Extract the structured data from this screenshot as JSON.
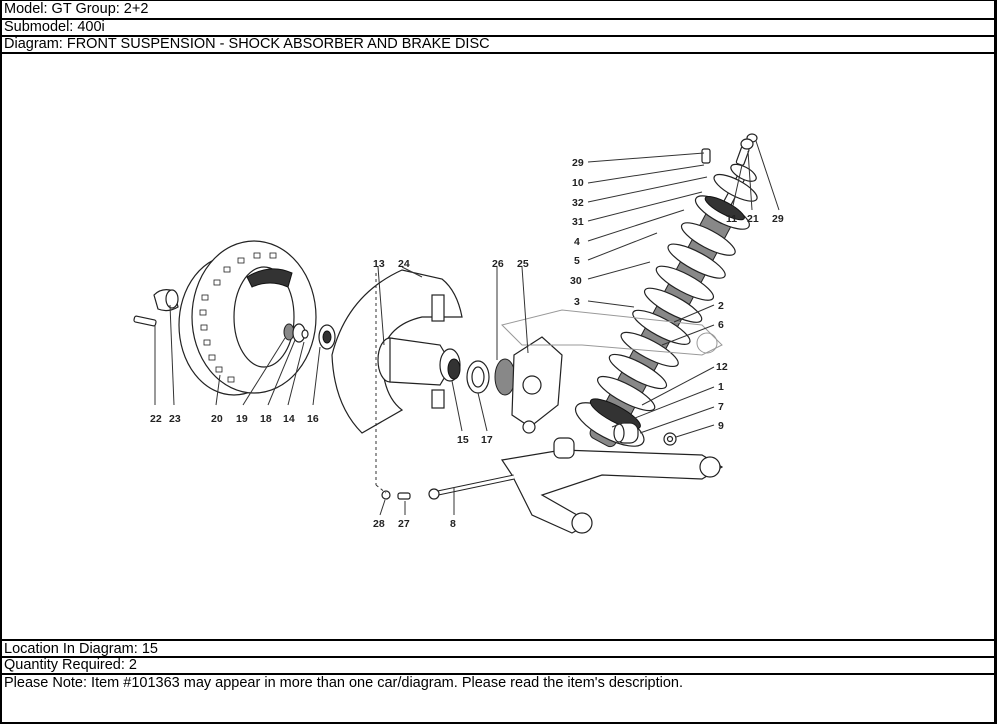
{
  "header": {
    "model": "Model: GT Group: 2+2",
    "submodel": "Submodel: 400i",
    "diagram": "Diagram: FRONT SUSPENSION - SHOCK ABSORBER AND BRAKE DISC"
  },
  "footer": {
    "location": "Location In Diagram: 15",
    "quantity": "Quantity Required: 2",
    "note": "Please Note: Item #101363 may appear in more than one car/diagram. Please read the item's description."
  },
  "diagram": {
    "callouts": {
      "c29a": "29",
      "c10": "10",
      "c32": "32",
      "c31": "31",
      "c4": "4",
      "c5": "5",
      "c30": "30",
      "c3": "3",
      "c11": "11",
      "c21": "21",
      "c29b": "29",
      "c2": "2",
      "c6": "6",
      "c12": "12",
      "c1": "1",
      "c7": "7",
      "c9": "9",
      "c13": "13",
      "c24": "24",
      "c26": "26",
      "c25": "25",
      "c22": "22",
      "c23": "23",
      "c20": "20",
      "c19": "19",
      "c18": "18",
      "c14": "14",
      "c16": "16",
      "c15": "15",
      "c17": "17",
      "c28": "28",
      "c27": "27",
      "c8": "8"
    }
  }
}
